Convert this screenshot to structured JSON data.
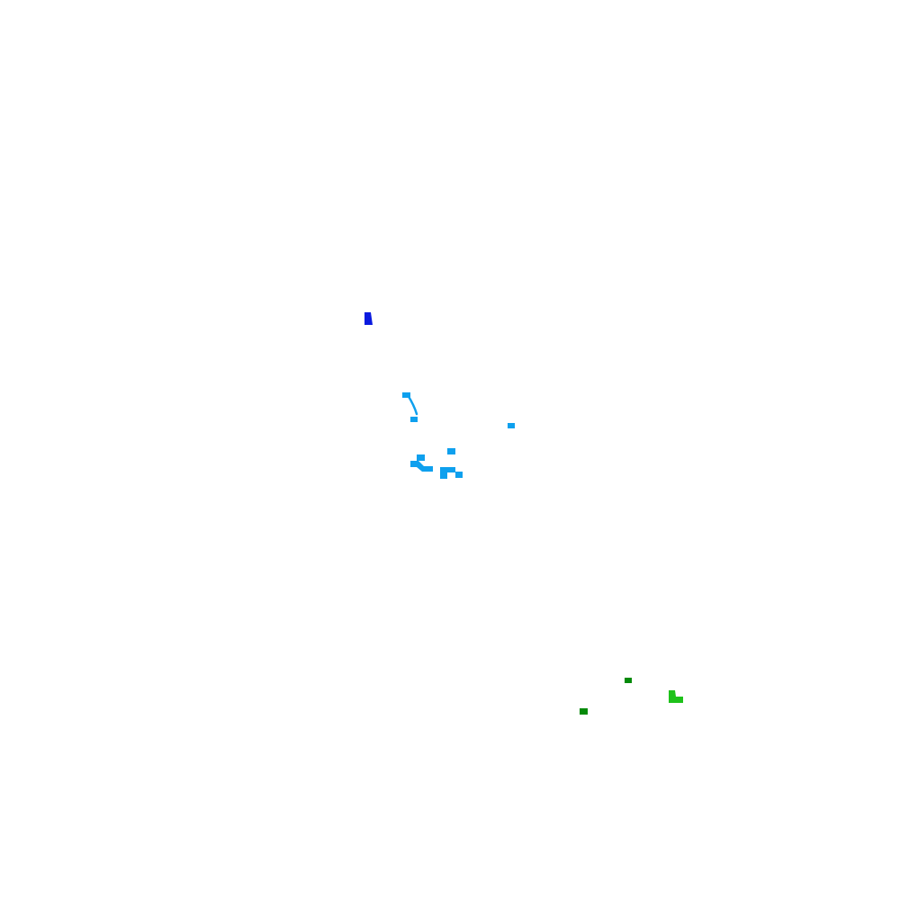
{
  "map": {
    "background": "#ffffff",
    "colors": {
      "dark_blue": "#0a1adf",
      "sky_blue": "#0ea0ee",
      "dark_green": "#058a0a",
      "bright_green": "#1ec21a"
    },
    "features": [
      {
        "id": "blue-marker-1",
        "color": "dark_blue"
      },
      {
        "id": "sky-blue-dot-1",
        "color": "sky_blue"
      },
      {
        "id": "sky-blue-curve-1",
        "color": "sky_blue"
      },
      {
        "id": "sky-blue-dot-2",
        "color": "sky_blue"
      },
      {
        "id": "sky-blue-dot-3",
        "color": "sky_blue"
      },
      {
        "id": "sky-blue-dot-4",
        "color": "sky_blue"
      },
      {
        "id": "sky-blue-dot-5",
        "color": "sky_blue"
      },
      {
        "id": "sky-blue-dot-6",
        "color": "sky_blue"
      },
      {
        "id": "sky-blue-dot-7",
        "color": "sky_blue"
      },
      {
        "id": "sky-blue-dot-8",
        "color": "sky_blue"
      },
      {
        "id": "green-dot-1",
        "color": "dark_green"
      },
      {
        "id": "green-dot-2",
        "color": "dark_green"
      },
      {
        "id": "bright-green-cluster-1",
        "color": "bright_green"
      }
    ]
  }
}
